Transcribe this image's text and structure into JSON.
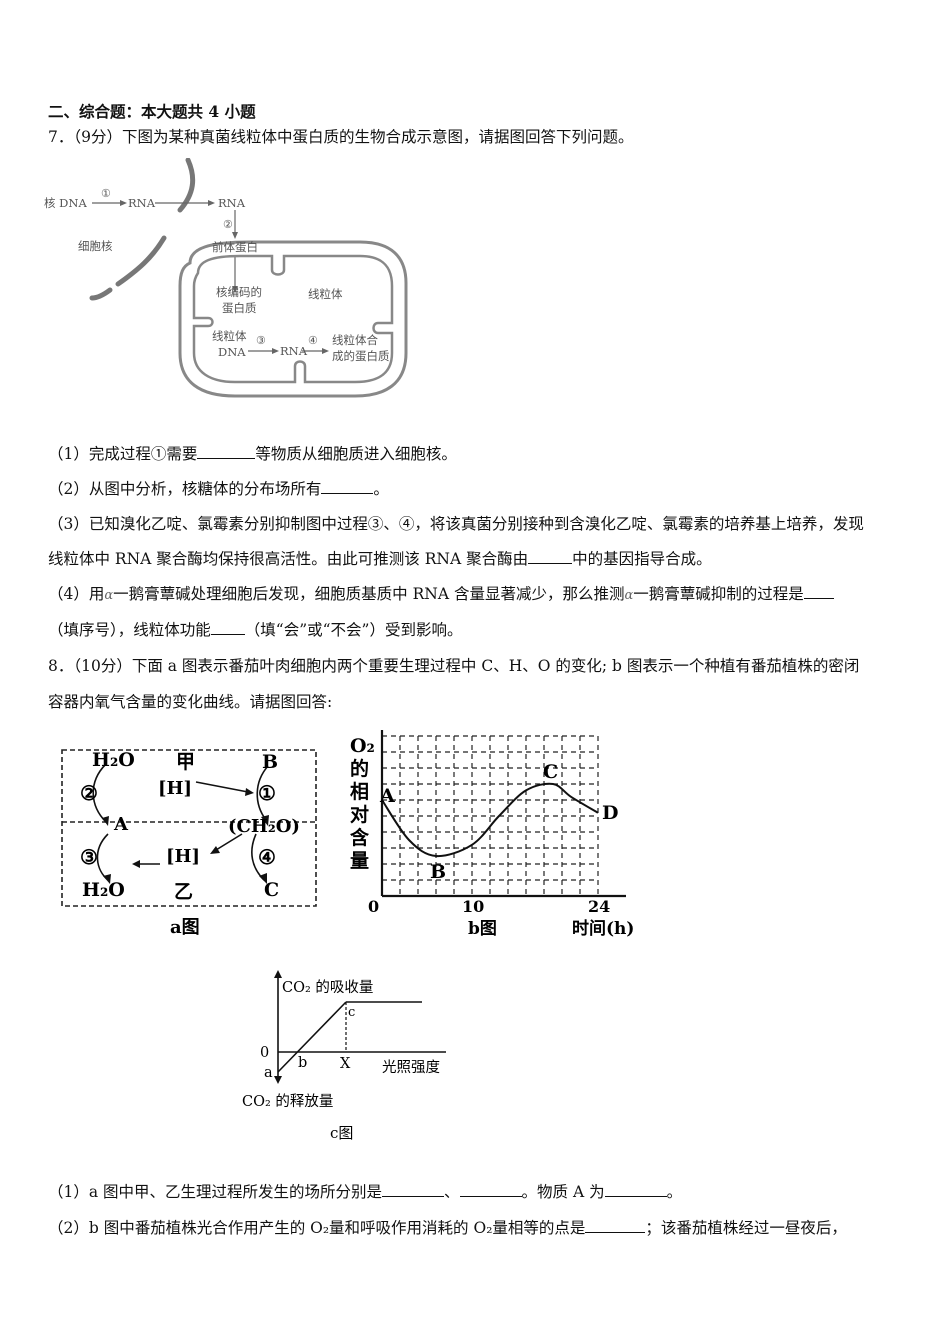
{
  "section_title": "二、综合题：本大题共 4 小题",
  "q7": {
    "stem": "7．（9分）下图为某种真菌线粒体中蛋白质的生物合成示意图，请据图回答下列问题。",
    "diagram": {
      "nucleus_dna": "核 DNA",
      "step1": "①",
      "rna1": "RNA",
      "rna2": "RNA",
      "step2": "②",
      "nucleus_label": "细胞核",
      "precursor": "前体蛋白",
      "nuclear_encoded_line1": "核编码的",
      "nuclear_encoded_line2": "蛋白质",
      "mito_label": "线粒体",
      "mito_dna_line1": "线粒体",
      "mito_dna_line2": "DNA",
      "step3": "③",
      "rna3": "RNA",
      "step4": "④",
      "mito_protein_line1": "线粒体合",
      "mito_protein_line2": "成的蛋白质"
    },
    "p1_a": "（1）完成过程①需要",
    "p1_b": "等物质从细胞质进入细胞核。",
    "p2_a": "（2）从图中分析，核糖体的分布场所有",
    "p2_b": "。",
    "p3_line1": "（3）已知溴化乙啶、氯霉素分别抑制图中过程③、④，将该真菌分别接种到含溴化乙啶、氯霉素的培养基上培养，发现",
    "p3_line2a": "线粒体中 RNA 聚合酶均保持很高活性。由此可推测该 RNA 聚合酶由",
    "p3_line2b": "中的基因指导合成。",
    "p4_a": "（4）用",
    "p4_alpha": "α",
    "p4_b": "一鹅膏蕈碱处理细胞后发现，细胞质基质中 RNA 含量显著减少，那么推测",
    "p4_c": "一鹅膏蕈碱抑制的过程是",
    "p4_line2a": "（填序号），线粒体功能",
    "p4_line2b": "（填“会”或“不会”）受到影响。"
  },
  "q8": {
    "stem_line1": "8．（10分）下面 a 图表示番茄叶肉细胞内两个重要生理过程中 C、H、O 的变化; b 图表示一个种植有番茄植株的密闭",
    "stem_line2": "容器内氧气含量的变化曲线。请据图回答:",
    "fig_a": {
      "h2o_top": "H₂O",
      "jia": "甲",
      "b": "B",
      "c2": "②",
      "h_top": "[H]",
      "c1": "①",
      "a": "A",
      "ch2o": "(CH₂O)",
      "c3": "③",
      "h_bottom": "[H]",
      "c4": "④",
      "h2o_bottom": "H₂O",
      "yi": "乙",
      "c": "C",
      "caption": "a图"
    },
    "fig_b": {
      "ylabel_chars": [
        "O₂",
        "的",
        "相",
        "对",
        "含",
        "量"
      ],
      "point_labels": [
        "A",
        "B",
        "C",
        "D"
      ],
      "x_ticks": [
        "0",
        "10",
        "24"
      ],
      "xlabel": "时间(h)",
      "caption": "b图"
    },
    "fig_c": {
      "ylabel_top": "CO₂ 的吸收量",
      "ylabel_bottom": "CO₂ 的释放量",
      "zero": "0",
      "a": "a",
      "b": "b",
      "x": "X",
      "c": "c",
      "xlabel": "光照强度",
      "caption": "c图"
    },
    "p1_a": "（1）a 图中甲、乙生理过程所发生的场所分别是",
    "p1_b": "、",
    "p1_c": "。物质 A 为",
    "p1_d": "。",
    "p2_a": "（2）b 图中番茄植株光合作用产生的 O₂量和呼吸作用消耗的 O₂量相等的点是",
    "p2_b": "；该番茄植株经过一昼夜后，"
  },
  "chart_data": {
    "type": "line",
    "title": "",
    "xlabel": "时间(h)",
    "ylabel": "O₂的相对含量",
    "x_ticks": [
      0,
      10,
      24
    ],
    "xlim": [
      0,
      24
    ],
    "grid": true,
    "series": [
      {
        "x": [
          0,
          3,
          6,
          10,
          13,
          16,
          19,
          21,
          24
        ],
        "y": [
          6,
          3.5,
          2.5,
          3.2,
          5,
          6.6,
          7.0,
          6.2,
          5.2
        ]
      }
    ],
    "labeled_points": [
      {
        "label": "A",
        "x": 0,
        "y": 6
      },
      {
        "label": "B",
        "x": 6,
        "y": 2.5
      },
      {
        "label": "C",
        "x": 19,
        "y": 7.0
      },
      {
        "label": "D",
        "x": 24,
        "y": 5.2
      }
    ]
  }
}
